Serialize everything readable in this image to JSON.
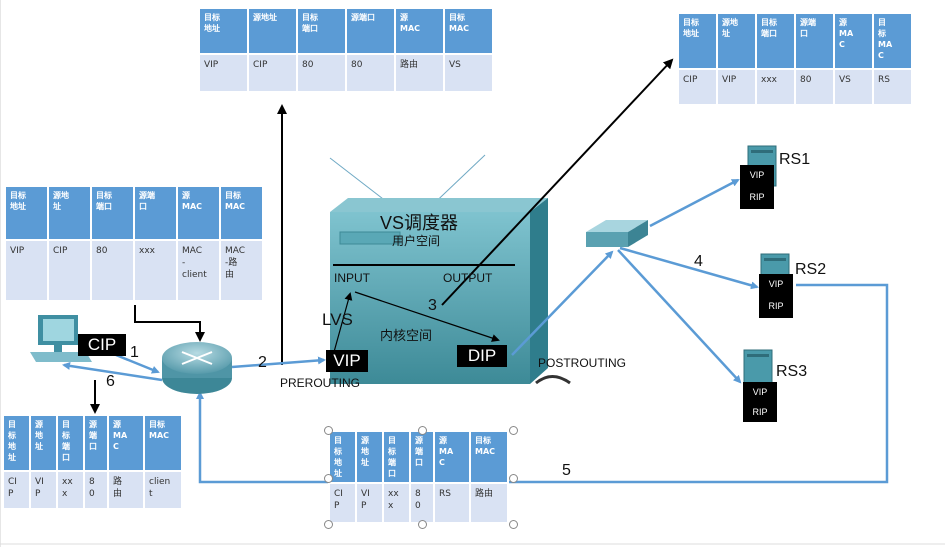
{
  "table_headers_6": [
    "目标\n地址",
    "源地址",
    "目标\n端口",
    "源端口",
    "源\nMAC",
    "目标\nMAC"
  ],
  "table_headers_6b": [
    "目标\n地址",
    "源地\n址",
    "目标\n端口",
    "源端\n口",
    "源\nMAC",
    "目标\nMAC"
  ],
  "table_headers_narrow": [
    "目\n标\n地\n址",
    "源\n地\n址",
    "目\n标\n端\n口",
    "源\n端\n口",
    "源\nMA\nC",
    "目标\nMAC"
  ],
  "table_headers_right": [
    "目标\n地址",
    "源地\n址",
    "目标\n端口",
    "源端\n口",
    "源\nMA\nC",
    "目\n标\nMA\nC"
  ],
  "tables": {
    "top": [
      "VIP",
      "CIP",
      "80",
      "80",
      "路由",
      "VS"
    ],
    "top_right": [
      "CIP",
      "VIP",
      "xxx",
      "80",
      "VS",
      "RS"
    ],
    "left": [
      "VIP",
      "CIP",
      "80",
      "xxx",
      "MAC\n-\nclient",
      "MAC\n-路\n由"
    ],
    "bottom_left": [
      "CI\nP",
      "VI\nP",
      "xx\nx",
      "8\n0",
      "路\n由",
      "clien\nt"
    ],
    "bottom_middle": [
      "CI\nP",
      "VI\nP",
      "xx\nx",
      "8\n0",
      "RS",
      "路由"
    ]
  },
  "labels": {
    "vs_title": "VS调度器",
    "user_space": "用户空间",
    "input": "INPUT",
    "output": "OUTPUT",
    "lvs": "LVS",
    "kernel_space": "内核空间",
    "vip": "VIP",
    "dip": "DIP",
    "cip": "CIP",
    "prerouting": "PREROUTING",
    "postrouting": "POSTROUTING",
    "step1": "1",
    "step2": "2",
    "step3": "3",
    "step4": "4",
    "step5": "5",
    "step6": "6",
    "rs1": "RS1",
    "rs2": "RS2",
    "rs3": "RS3",
    "rs_vip": "VIP",
    "rs_rip": "RIP"
  },
  "colors": {
    "header_blue": "#5b9bd5",
    "cell_light": "#d9e2f3",
    "arrow_blue": "#5b9bd5",
    "device_teal": "#4a9aaa"
  }
}
